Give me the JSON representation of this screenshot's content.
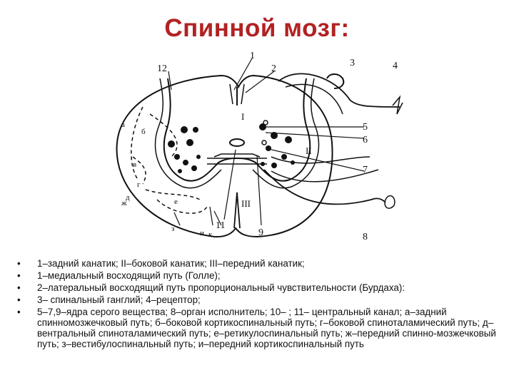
{
  "title": "Спинной мозг:",
  "diagram": {
    "labels": {
      "n1": "1",
      "n2": "2",
      "n3": "3",
      "n4": "4",
      "n5": "5",
      "n6": "6",
      "n7": "7",
      "n8": "8",
      "n9": "9",
      "n11": "11",
      "n12": "12",
      "roman1": "I",
      "roman2": "II",
      "roman3": "III",
      "a": "а",
      "b": "б",
      "v": "в",
      "g": "г",
      "d": "д",
      "e": "е",
      "zh": "ж",
      "z": "з",
      "i": "и",
      "k": "к"
    }
  },
  "legend": {
    "bullet": "•",
    "items": [
      "1–задний канатик; II–боковой канатик; III–передний канатик;",
      "1–медиальный восходящий путь (Голле);",
      "2–латеральный восходящий путь пропорциональный чувствительности (Бурдаха):",
      "3– спинальный ганглий; 4–рецептор;",
      " 5–7,9–ядра серого вещества; 8–орган исполнитель; 10– ; 11– центральный канал; а–задний спинномозжечковый путь; б–боковой кортикоспинальный путь; г–боковой спиноталамический путь; д– вентральный спиноталамический путь; е–ретикулоспинальный путь; ж–передний спинно-мозжечковый путь; з–вестибулоспинальный путь; и–передний кортикоспинальный путь"
    ]
  }
}
